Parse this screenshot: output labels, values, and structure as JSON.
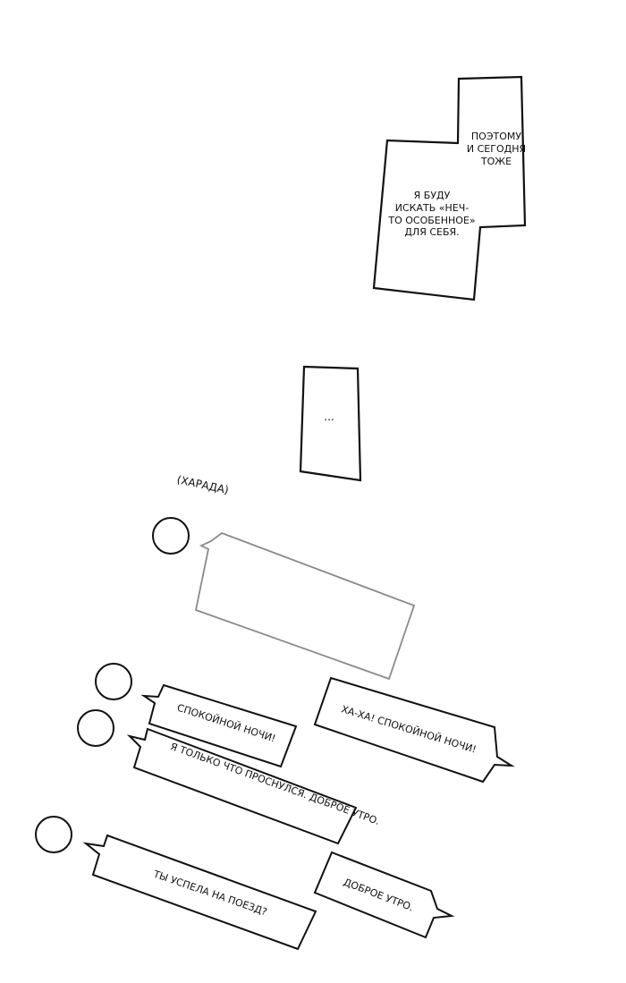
{
  "captions": {
    "top_right": "ПОЭТОМУ\nИ СЕГОДНЯ\nТОЖЕ",
    "left": "Я БУДУ\nИСКАТЬ «НЕЧ-\nТО ОСОБЕННОЕ»\nДЛЯ СЕБЯ.",
    "ellipsis": "..."
  },
  "speaker_label": "(ХАРАДА)",
  "messages": {
    "m1": "",
    "m2": "СПОКОЙНОЙ НОЧИ!",
    "m3": "ХА-ХА! СПОКОЙНОЙ НОЧИ!",
    "m4": "Я ТОЛЬКО ЧТО ПРОСНУЛСЯ.\nДОБРОЕ УТРО.",
    "m5": "ТЫ УСПЕЛА НА ПОЕЗД?",
    "m6": "ДОБРОЕ УТРО."
  },
  "colors": {
    "ink": "#111111",
    "paper": "#ffffff",
    "empty_bubble_border": "#8a8a8a"
  }
}
